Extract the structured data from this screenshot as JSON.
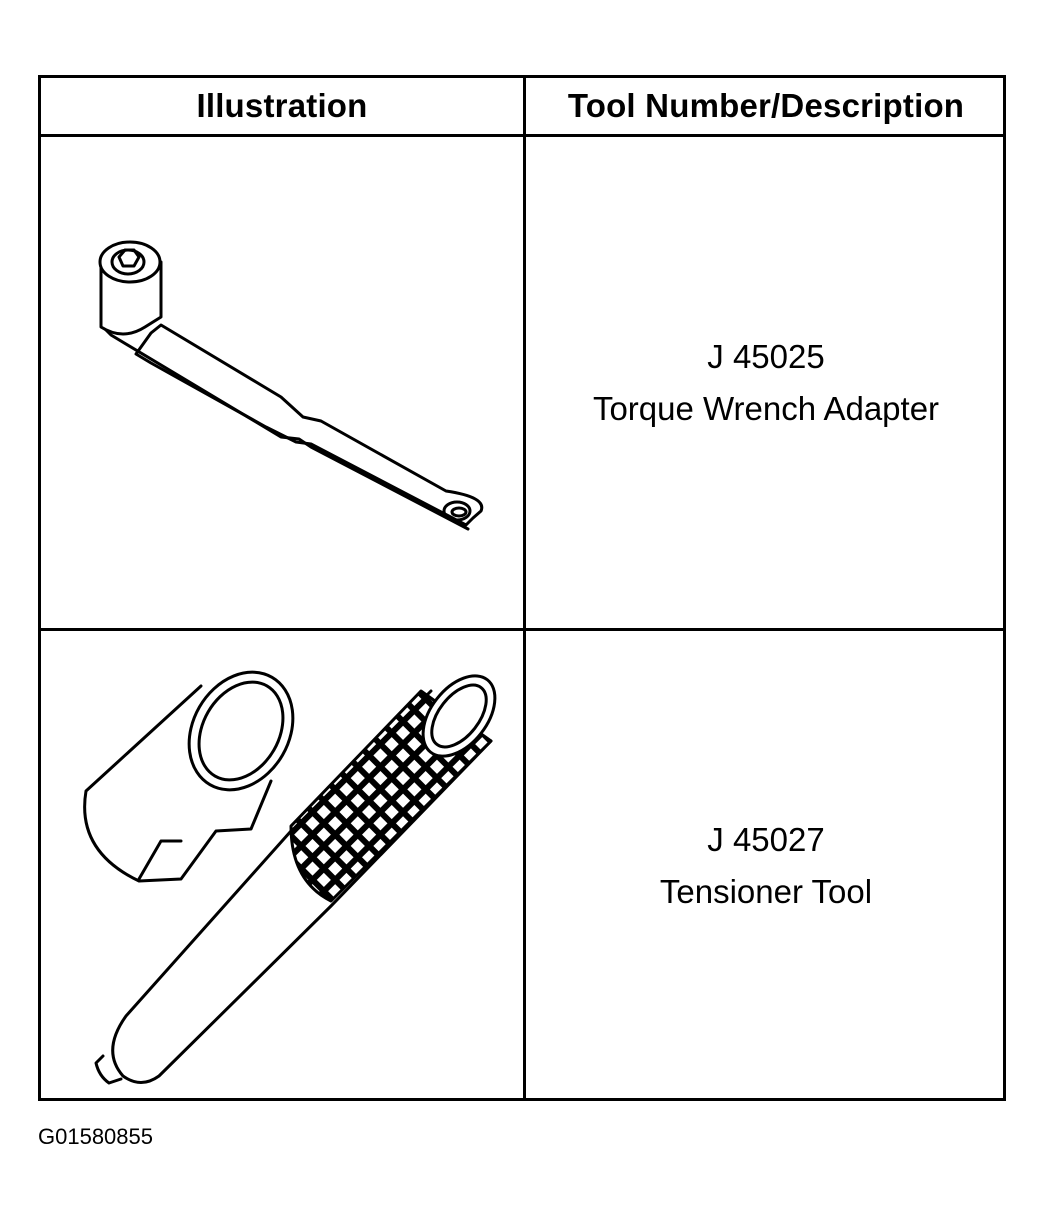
{
  "table": {
    "headers": {
      "illustration": "Illustration",
      "description": "Tool Number/Description"
    },
    "rows": [
      {
        "tool_number": "J 45025",
        "description": "Torque Wrench Adapter",
        "icon": "torque-wrench-adapter-icon"
      },
      {
        "tool_number": "J 45027",
        "description": "Tensioner Tool",
        "icon": "tensioner-tool-icon"
      }
    ]
  },
  "figure_id": "G01580855"
}
